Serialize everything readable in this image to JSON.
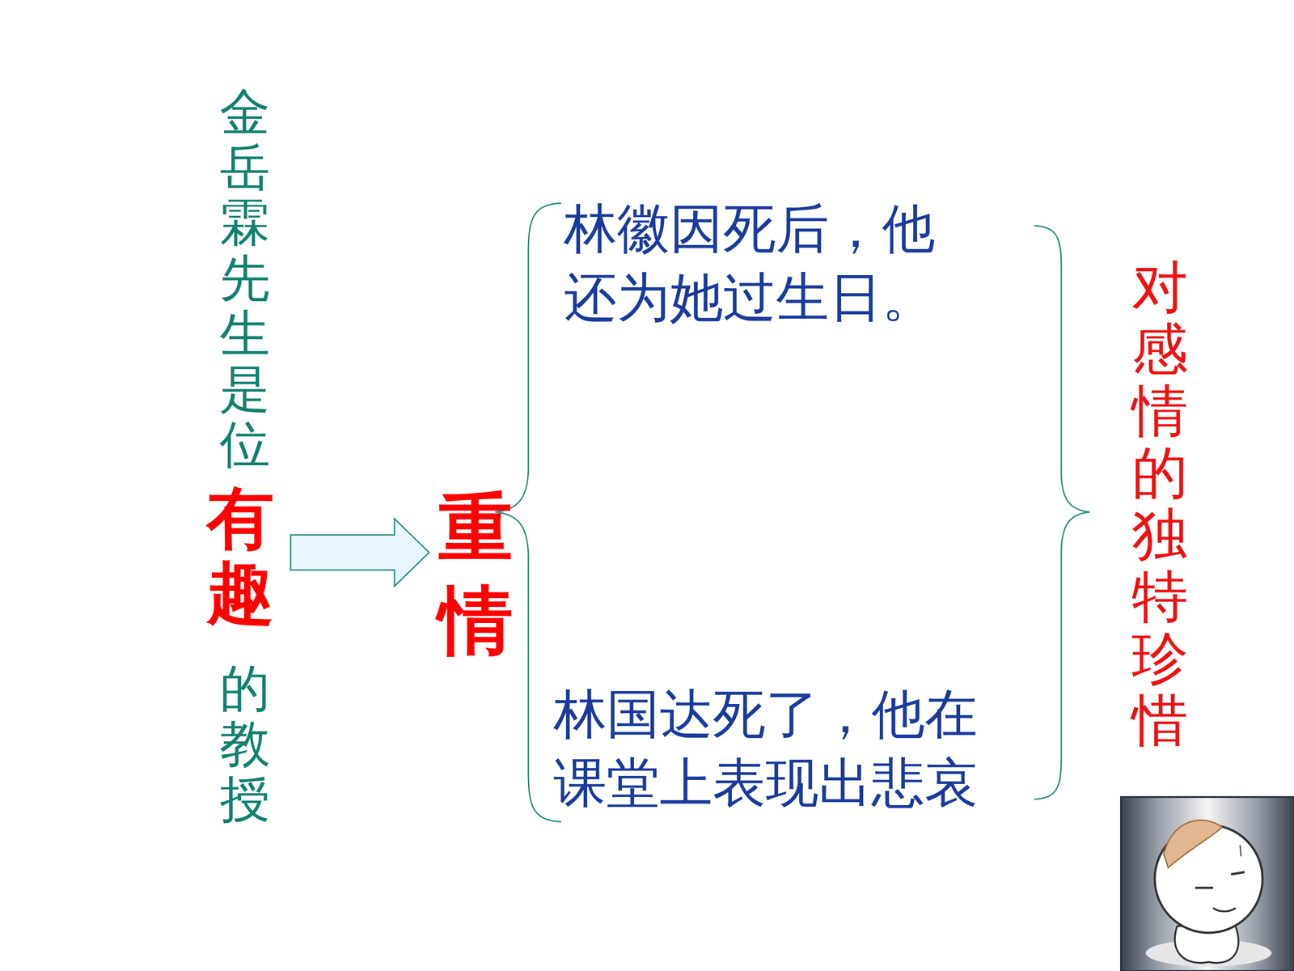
{
  "diagram": {
    "labels": [
      "金岳霖先生是位",
      "有趣",
      "的教授",
      "重情",
      "林徽因死后，他还为她过生日。",
      "林国达死了，他在课堂上表现出悲哀",
      "对感情的独特珍惜"
    ]
  }
}
